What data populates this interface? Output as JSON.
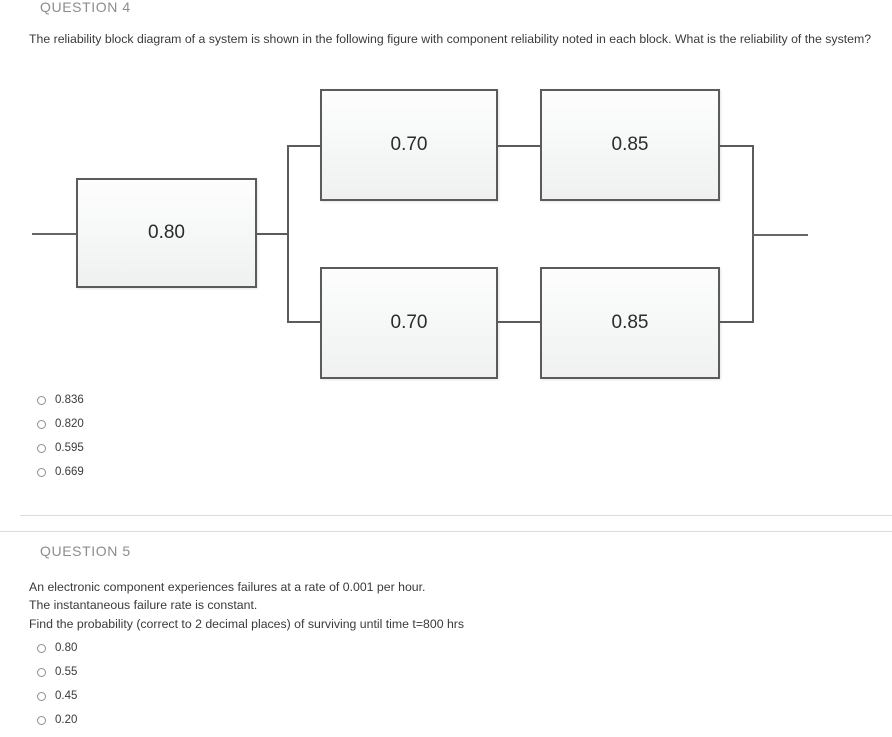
{
  "questions": [
    {
      "header": "QUESTION 4",
      "prompt_lines": [
        "The reliability block diagram of a system is shown in the following figure with component reliability noted in each block. What is the reliability of the system?"
      ],
      "options": [
        "0.836",
        "0.820",
        "0.595",
        "0.669"
      ]
    },
    {
      "header": "QUESTION 5",
      "prompt_lines": [
        "An electronic component experiences failures at a rate of 0.001 per hour.",
        "The instantaneous failure rate is constant.",
        "Find the probability (correct to 2 decimal places) of surviving until time t=800 hrs"
      ],
      "options": [
        "0.80",
        "0.55",
        "0.45",
        "0.20"
      ]
    }
  ],
  "diagram": {
    "name": "reliability-block-diagram",
    "blocks": [
      {
        "id": "series-stage-1",
        "value": "0.80"
      },
      {
        "id": "parallel-top-stage-2",
        "value": "0.70"
      },
      {
        "id": "parallel-top-stage-3",
        "value": "0.85"
      },
      {
        "id": "parallel-bottom-stage-2",
        "value": "0.70"
      },
      {
        "id": "parallel-bottom-stage-3",
        "value": "0.85"
      }
    ],
    "colors": {
      "block_border": "#5b5b5b",
      "block_fill_top": "#fdfdfd",
      "block_fill_bottom": "#eff0f0",
      "wire": "#5b5b5b",
      "text": "#2b2b2b"
    }
  },
  "colors": {
    "page_background": "#ffffff",
    "header_text": "#8c8c8c",
    "body_text": "#3a3a3a",
    "divider": "#dcdcdc",
    "radio_border": "#8f8f8f"
  }
}
